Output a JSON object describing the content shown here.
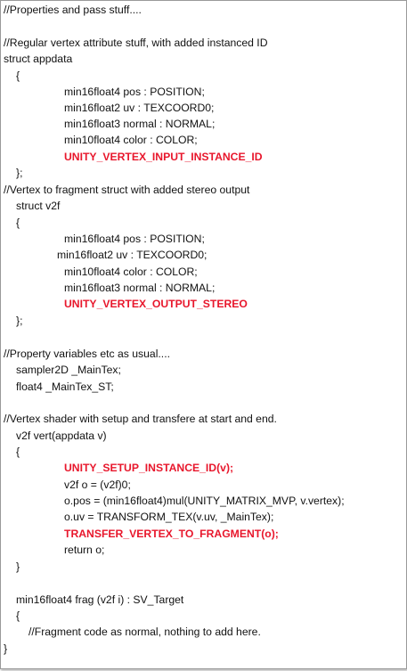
{
  "colors": {
    "text": "#111111",
    "macro": "#e8172c",
    "border": "#9a9a9a"
  },
  "lines": [
    "//Properties and pass stuff....",
    "//Regular vertex attribute stuff, with added instanced ID",
    "struct appdata",
    "{",
    "min16float4 pos : POSITION;",
    "min16float2 uv : TEXCOORD0;",
    "min16float3 normal : NORMAL;",
    "min10float4 color : COLOR;",
    "UNITY_VERTEX_INPUT_INSTANCE_ID",
    "};",
    "//Vertex to fragment struct with added stereo output",
    "struct v2f",
    "{",
    "min16float4 pos : POSITION;",
    "min16float2 uv : TEXCOORD0;",
    "min10float4 color : COLOR;",
    "min16float3 normal : NORMAL;",
    "UNITY_VERTEX_OUTPUT_STEREO",
    "};",
    "//Property variables etc as usual....",
    "sampler2D _MainTex;",
    "float4 _MainTex_ST;",
    "//Vertex shader with setup and transfere at start and end.",
    "v2f vert(appdata v)",
    "{",
    "UNITY_SETUP_INSTANCE_ID(v);",
    "v2f o = (v2f)0;",
    "o.pos = (min16float4)mul(UNITY_MATRIX_MVP, v.vertex);",
    "o.uv = TRANSFORM_TEX(v.uv, _MainTex);",
    "TRANSFER_VERTEX_TO_FRAGMENT(o);",
    "return o;",
    "}",
    "min16float4 frag (v2f i) : SV_Target",
    "{",
    "//Fragment code as normal, nothing to add here.",
    "}"
  ]
}
